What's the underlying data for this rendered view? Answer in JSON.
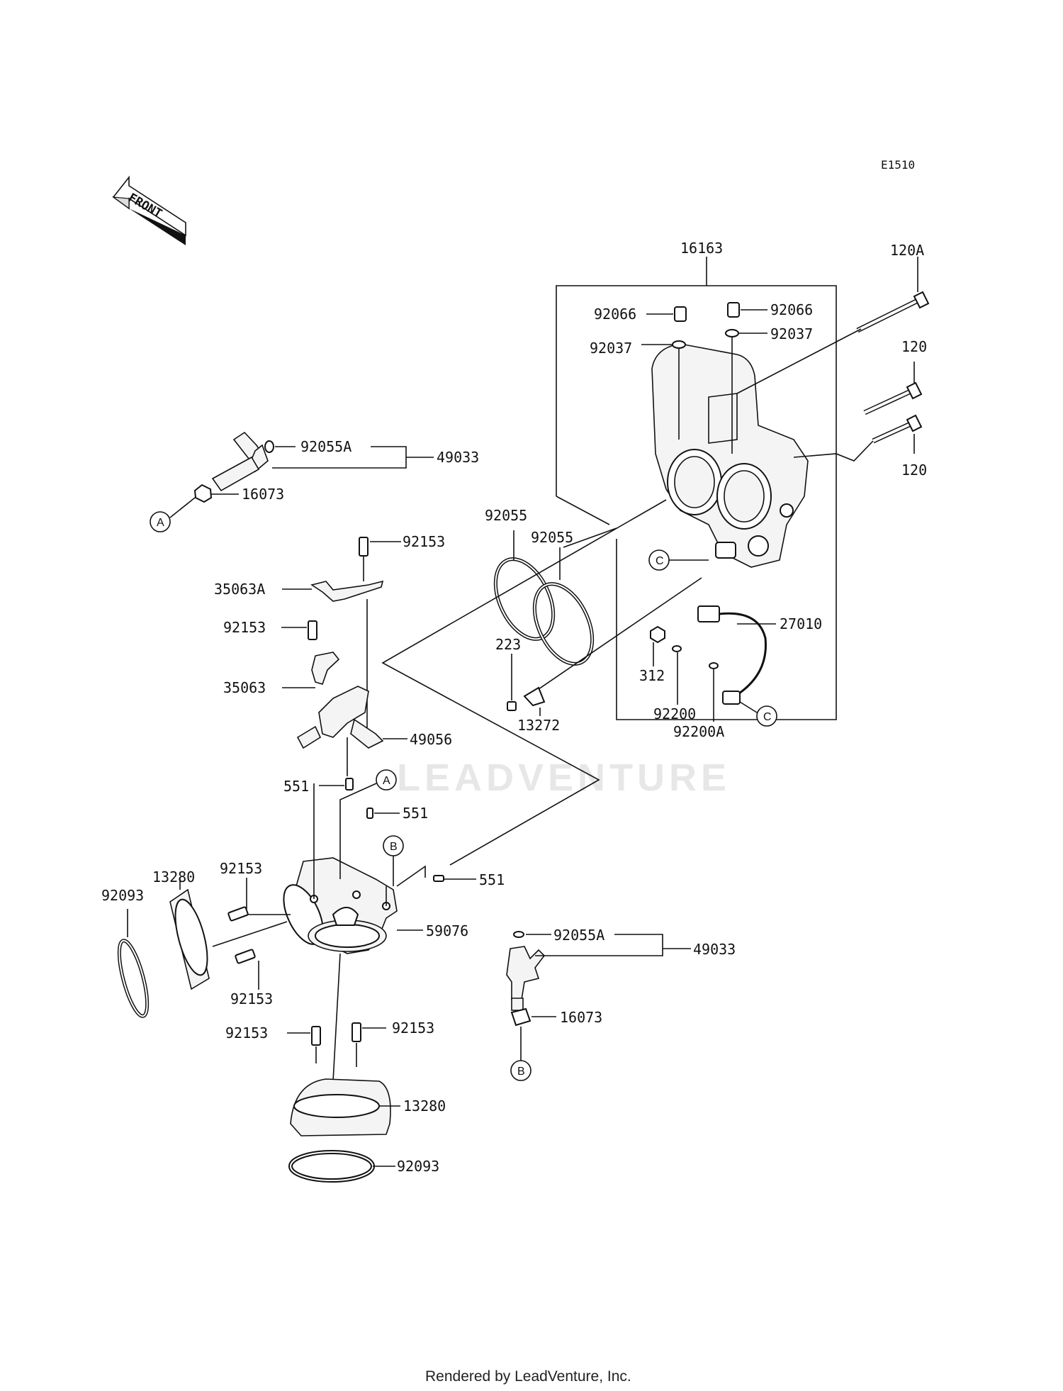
{
  "diagram_code": "E1510",
  "front_label": "FRONT",
  "watermark": "LEADVENTURE",
  "footer": "Rendered by LeadVenture, Inc.",
  "labels": {
    "l16163": "16163",
    "l120A": "120A",
    "l120a": "120",
    "l120b": "120",
    "l92066a": "92066",
    "l92066b": "92066",
    "l92037a": "92037",
    "l92037b": "92037",
    "l92055A_top": "92055A",
    "l49033_top": "49033",
    "l16073_top": "16073",
    "l92055a": "92055",
    "l92055b": "92055",
    "l92153_1": "92153",
    "l35063A": "35063A",
    "l92153_2": "92153",
    "l35063": "35063",
    "l49056": "49056",
    "l27010": "27010",
    "l223": "223",
    "l13272": "13272",
    "l312": "312",
    "l92200": "92200",
    "l92200A": "92200A",
    "l551a": "551",
    "l551b": "551",
    "l551c": "551",
    "l13280a": "13280",
    "l92153_3": "92153",
    "l92093a": "92093",
    "l59076": "59076",
    "l92153_4": "92153",
    "l92055A_bot": "92055A",
    "l49033_bot": "49033",
    "l16073_bot": "16073",
    "l92153_5": "92153",
    "l92153_6": "92153",
    "l13280b": "13280",
    "l92093b": "92093"
  },
  "refs": {
    "A": "A",
    "B": "B",
    "C": "C"
  }
}
